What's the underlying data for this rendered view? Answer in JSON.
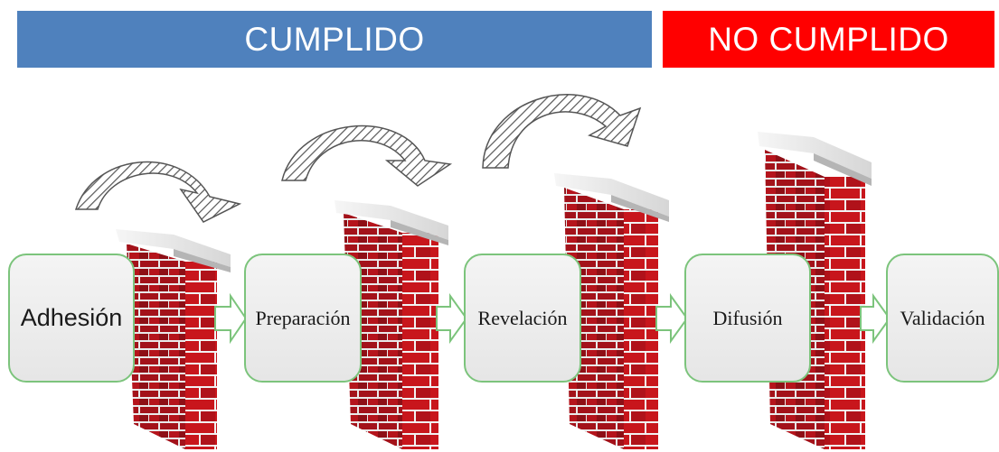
{
  "banners": {
    "done": {
      "label": "CUMPLIDO",
      "color": "#4f81bd"
    },
    "not_done": {
      "label": "NO CUMPLIDO",
      "color": "#ff0000"
    }
  },
  "stages": [
    {
      "label": "Adhesión"
    },
    {
      "label": "Preparación"
    },
    {
      "label": "Revelación"
    },
    {
      "label": "Difusión"
    },
    {
      "label": "Validación"
    }
  ],
  "colors": {
    "brick": "#c8161c",
    "brick_dark": "#7a0d14",
    "mortar": "#f2f2f2",
    "stage_border": "#7cc47c",
    "arrow_hatch": "#555555"
  }
}
